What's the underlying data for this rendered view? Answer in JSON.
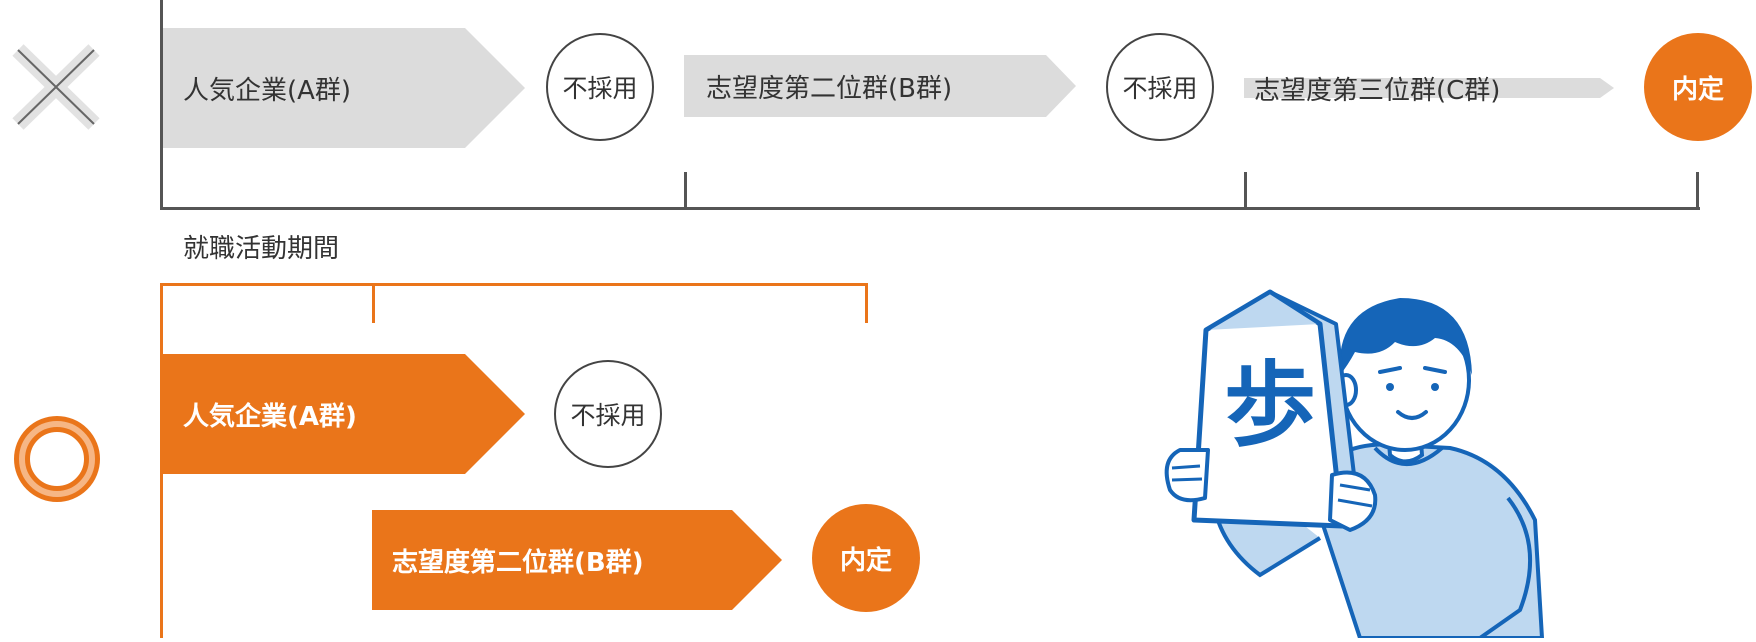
{
  "bad_example": {
    "mark": "cross-icon",
    "stage1": "人気企業(A群)",
    "result1": "不採用",
    "stage2": "志望度第二位群(B群)",
    "result2": "不採用",
    "stage3": "志望度第三位群(C群)",
    "result3": "内定"
  },
  "period_label": "就職活動期間",
  "good_example": {
    "mark": "circle-icon",
    "stage1": "人気企業(A群)",
    "result1": "不採用",
    "stage2": "志望度第二位群(B群)",
    "result2": "内定"
  },
  "illustration": {
    "shogi_piece_text": "歩",
    "icon": "boy-holding-shogi-piece"
  },
  "colors": {
    "accent": "#ea751a",
    "gray_bar": "#dcdcdc",
    "axis": "#555555",
    "illustration_blue": "#1565b8"
  }
}
